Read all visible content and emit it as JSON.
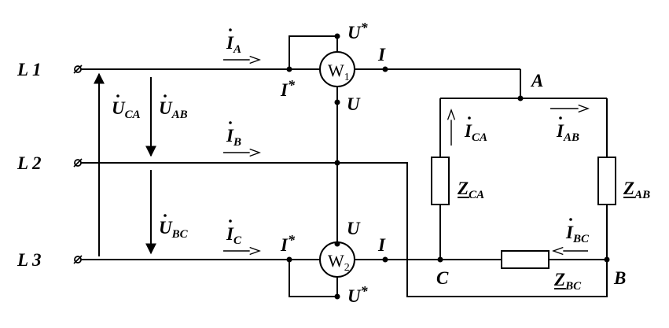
{
  "lines": {
    "l1": "L 1",
    "l2": "L 2",
    "l3": "L 3"
  },
  "currents": {
    "ia": {
      "base": "I",
      "sub": "A"
    },
    "ib": {
      "base": "I",
      "sub": "B"
    },
    "ic": {
      "base": "I",
      "sub": "C"
    },
    "ica": {
      "base": "I",
      "sub": "CA"
    },
    "iab": {
      "base": "I",
      "sub": "AB"
    },
    "ibc": {
      "base": "I",
      "sub": "BC"
    }
  },
  "voltages": {
    "uca": {
      "base": "U",
      "sub": "CA"
    },
    "uab": {
      "base": "U",
      "sub": "AB"
    },
    "ubc": {
      "base": "U",
      "sub": "BC"
    }
  },
  "wattmeters": {
    "w1": {
      "base": "W",
      "sub": "1"
    },
    "w2": {
      "base": "W",
      "sub": "2"
    }
  },
  "terminals": {
    "u_star": "U",
    "u": "U",
    "i_star": "I",
    "i": "I",
    "star": "*"
  },
  "nodes": {
    "a": "A",
    "b": "B",
    "c": "C"
  },
  "impedances": {
    "zca": {
      "base": "Z",
      "sub": "CA"
    },
    "zab": {
      "base": "Z",
      "sub": "AB"
    },
    "zbc": {
      "base": "Z",
      "sub": "BC"
    }
  }
}
